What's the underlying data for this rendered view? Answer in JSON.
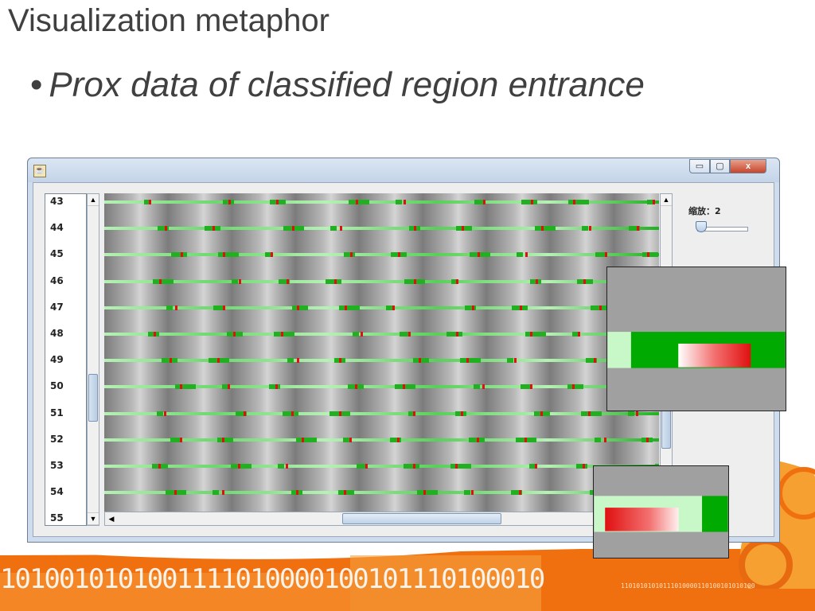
{
  "slide": {
    "title": "Visualization metaphor",
    "bullet": "Prox data of classified region entrance"
  },
  "window": {
    "app_icon": "java-icon",
    "buttons": {
      "minimize": "▭",
      "maximize": "▢",
      "close": "x"
    }
  },
  "row_list": [
    "43",
    "44",
    "45",
    "46",
    "47",
    "48",
    "49",
    "50",
    "51",
    "52",
    "53",
    "54",
    "55"
  ],
  "zoom": {
    "label": "缩放：2",
    "level": 2
  },
  "footer": {
    "binary_large": "1010010101001111010000100101110100010",
    "binary_small": "11010101010111010000110100101010100"
  },
  "colors": {
    "stripe_green_dark": "#20b020",
    "stripe_green_light": "#b6f0b6",
    "marker_red": "#e01010",
    "canvas_gray": "#a0a0a0",
    "accent_orange": "#f07010"
  }
}
